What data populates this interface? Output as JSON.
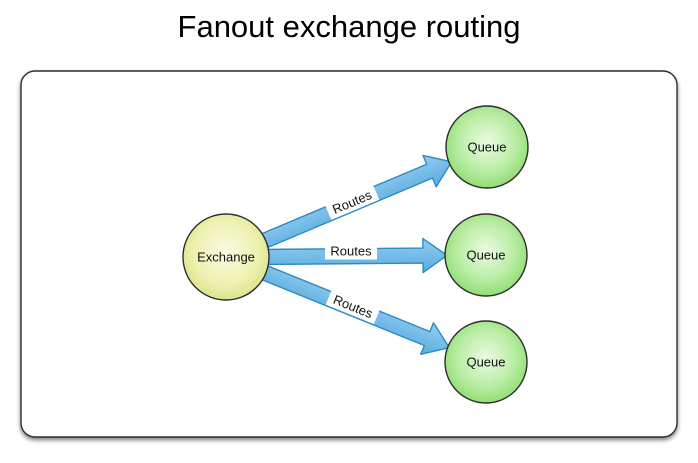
{
  "title": "Fanout exchange routing",
  "diagram": {
    "exchange": {
      "label": "Exchange"
    },
    "queues": [
      {
        "label": "Queue"
      },
      {
        "label": "Queue"
      },
      {
        "label": "Queue"
      }
    ],
    "routes": [
      {
        "label": "Routes"
      },
      {
        "label": "Routes"
      },
      {
        "label": "Routes"
      }
    ]
  },
  "colors": {
    "exchange_center": "#f9fbe1",
    "exchange_mid": "#eef2b2",
    "exchange_edge": "#d3dd79",
    "queue_center": "#ecfbe3",
    "queue_mid": "#b8eca2",
    "queue_edge": "#7dd65c",
    "arrow_light": "#93ccf0",
    "arrow_dark": "#58acdf",
    "arrow_stroke": "#2e8ac2",
    "node_stroke": "#2d2d2d",
    "frame_stroke": "#2d2d2d",
    "frame_fill": "#ffffff",
    "label_bg": "#ffffff",
    "text": "#111111"
  }
}
